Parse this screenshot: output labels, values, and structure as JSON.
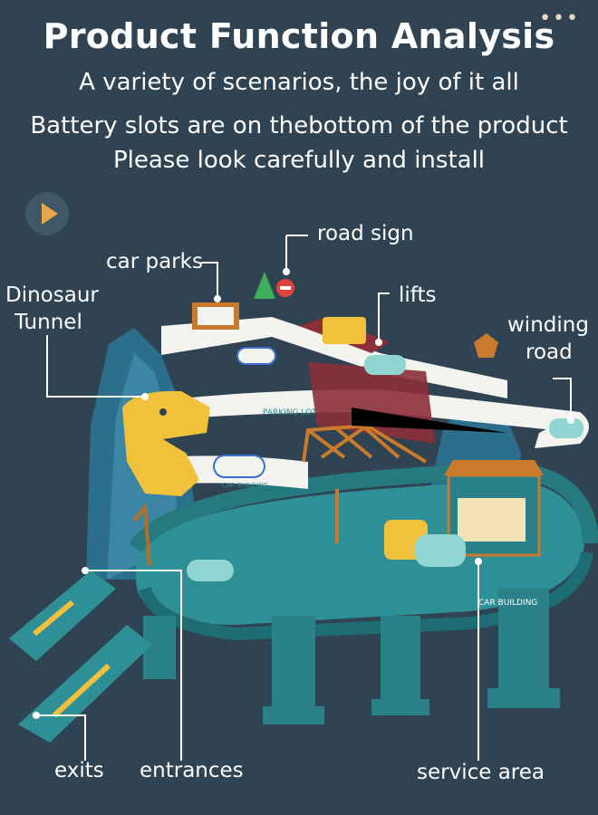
{
  "header": {
    "title": "Product Function Analysis",
    "subtitle": "A variety of scenarios, the joy of it all",
    "notice_line1": "Battery slots are on thebottom of the product",
    "notice_line2": "Please look carefully and install"
  },
  "controls": {
    "more_icon": "more-dots-icon",
    "play_icon": "play-icon"
  },
  "labels": {
    "road_sign": "road sign",
    "car_parks": "car parks",
    "dinosaur_line1": "Dinosaur",
    "dinosaur_line2": "Tunnel",
    "lifts": "lifts",
    "winding_line1": "winding",
    "winding_line2": "road",
    "exits": "exits",
    "entrances": "entrances",
    "service_area": "service area"
  },
  "track_text": {
    "parking_lot": "PARKING LOT",
    "car_building_upper": "CAR BUILDING",
    "car_building_lower": "CAR BUILDING"
  },
  "colors": {
    "background": "#2f4352",
    "track_teal": "#2e8f96",
    "track_white": "#f3f3ef",
    "mountain_blue": "#2c6f8d",
    "dino_yellow": "#f2c13b",
    "accent_orange": "#e7a64b"
  }
}
